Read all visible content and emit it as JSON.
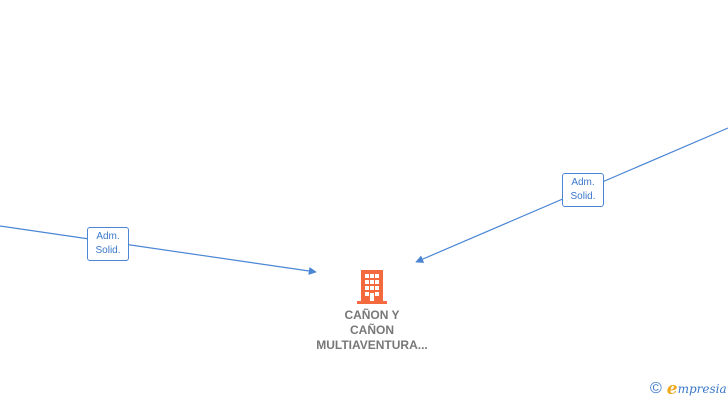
{
  "colors": {
    "edge": "#4a86d4",
    "label_text": "#3a78c9",
    "node_icon": "#f26a3d",
    "node_text": "#777777",
    "brand_blue": "#3a78c9",
    "brand_orange": "#f0a81c"
  },
  "edges": [
    {
      "label_line1": "Adm.",
      "label_line2": "Solid."
    },
    {
      "label_line1": "Adm.",
      "label_line2": "Solid."
    }
  ],
  "node": {
    "icon": "building-icon",
    "name_line1": "CAÑON Y",
    "name_line2": "CAÑON",
    "name_line3": "MULTIAVENTURA..."
  },
  "brand": {
    "icon": "copyright-icon",
    "symbol": "©",
    "first_letter": "e",
    "rest": "mpresia"
  }
}
